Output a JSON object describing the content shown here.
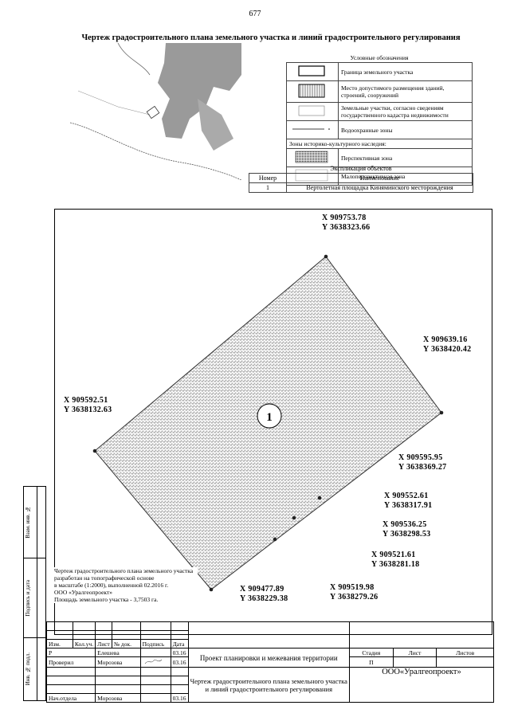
{
  "page_number": "677",
  "title": "Чертеж градостроительного плана земельного участка и линий градостроительного регулирования",
  "minimap_labels": [
    "",
    "",
    "",
    ""
  ],
  "legend": {
    "title": "Условные обозначения",
    "items": [
      {
        "icon": "parcel-boundary-icon",
        "text": "Граница земельного участка"
      },
      {
        "icon": "building-placement-icon",
        "text": "Место допустимого размещения зданий, строений, сооружений"
      },
      {
        "icon": "registered-parcels-icon",
        "text": "Земельные участки, согласно сведениям государственного кадастра недвижимости"
      },
      {
        "icon": "water-protection-line-icon",
        "text": "Водоохранные зоны"
      }
    ],
    "heritage_title": "Зоны историко-культурного наследия:",
    "heritage_items": [
      {
        "icon": "promising-zone-icon",
        "text": "Перспективная зона"
      },
      {
        "icon": "low-promise-zone-icon",
        "text": "Малоперспективная зона"
      }
    ]
  },
  "explication": {
    "title": "Экспликация объектов",
    "col_number": "Номер",
    "col_name": "Наименование",
    "rows": [
      {
        "number": "1",
        "name": "Вертолетная площадка Киняминского месторождения"
      }
    ]
  },
  "plot": {
    "label": "1",
    "points": [
      {
        "x": "X  909753.78",
        "y": "Y  3638323.66"
      },
      {
        "x": "X  909639.16",
        "y": "Y  3638420.42"
      },
      {
        "x": "X  909592.51",
        "y": "Y  3638132.63"
      },
      {
        "x": "X  909595.95",
        "y": "Y  3638369.27"
      },
      {
        "x": "X  909552.61",
        "y": "Y  3638317.91"
      },
      {
        "x": "X  909536.25",
        "y": "Y  3638298.53"
      },
      {
        "x": "X  909521.61",
        "y": "Y  3638281.18"
      },
      {
        "x": "X  909477.89",
        "y": "Y  3638229.38"
      },
      {
        "x": "X  909519.98",
        "y": "Y  3638279.26"
      }
    ]
  },
  "note": {
    "line1": "Чертеж градостроительного плана земельного участка разработан на топографической основе",
    "line2": "в масштабе (1:2000), выполненной 02.2016 г.",
    "line3": "ООО «Уралгеопроект»",
    "line4": "Площадь земельного участка - 3,7503 га."
  },
  "side_labels": {
    "ref": "Взам. инв. №",
    "sign": "Подпись и дата",
    "inv": "Инв. № подл."
  },
  "stamp": {
    "headers": [
      "Изм.",
      "Кол.уч.",
      "Лист",
      "№ док.",
      "Подпись",
      "Дата"
    ],
    "rows": [
      {
        "role": "Р",
        "name": "Елешева",
        "date": "03.16"
      },
      {
        "role": "Проверил",
        "name": "Морозова",
        "date": "03.16"
      },
      {
        "role": "Нач.отдела",
        "name": "Морозова",
        "date": "03.16"
      }
    ],
    "project": "Проект планировки и межевания территории",
    "drawing": "Чертеж градостроительного плана земельного участка и линий градостроительного регулирования",
    "stage_label": "Стадия",
    "sheet_label": "Лист",
    "sheets_label": "Листов",
    "stage_value": "П",
    "company": "ООО«Уралгеопроект»"
  }
}
